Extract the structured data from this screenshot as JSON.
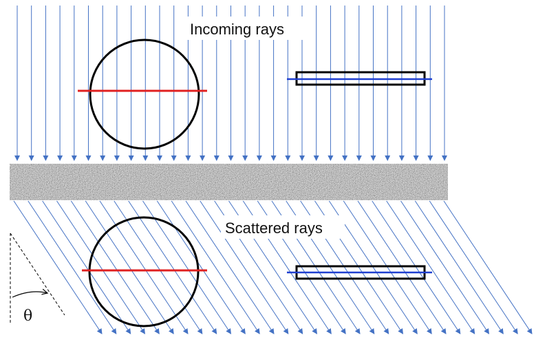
{
  "labels": {
    "incoming": "Incoming rays",
    "scattered": "Scattered rays",
    "angle": "θ"
  },
  "scene": {
    "incoming_ray_count": 31,
    "scattered_ray_count": 31
  },
  "colors": {
    "ray": "#4472c4",
    "outline": "#000000",
    "cross_section_cylinder": "#e02020",
    "cross_section_slab": "#1f3fd0",
    "medium": "#8c8c8c"
  }
}
